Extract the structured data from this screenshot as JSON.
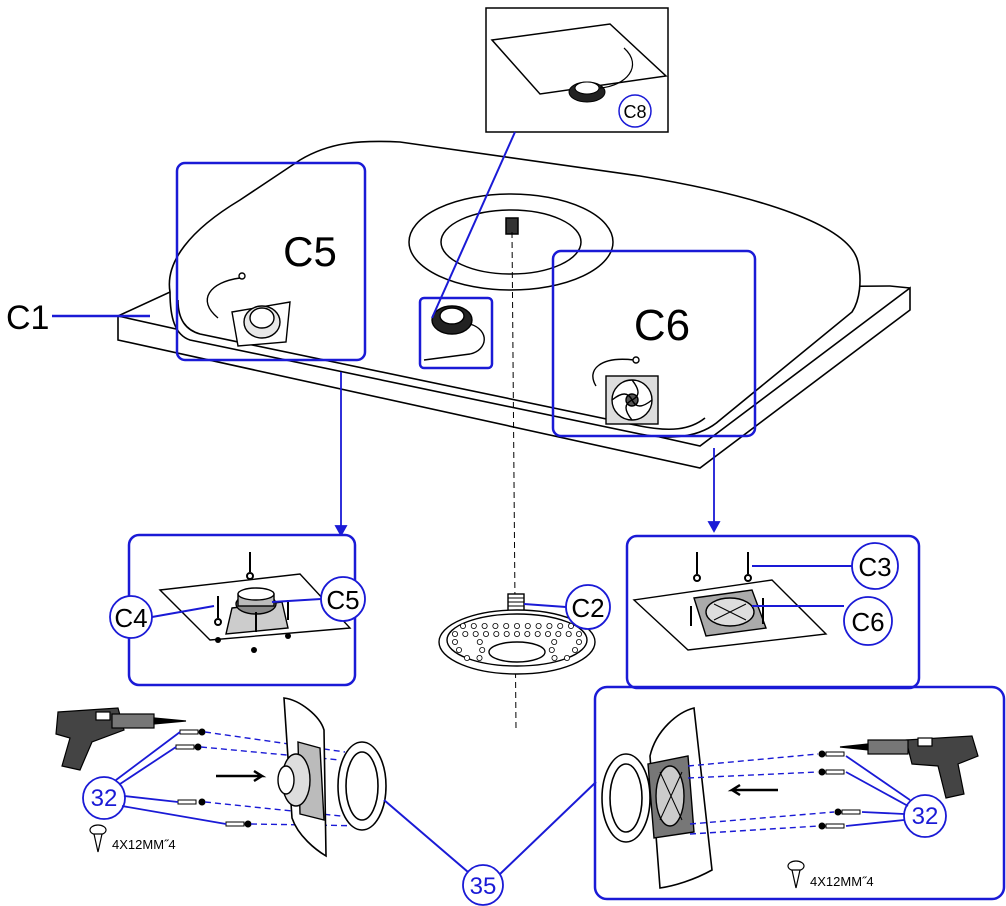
{
  "labels": {
    "c1": "C1",
    "c2": "C2",
    "c3": "C3",
    "c4": "C4",
    "c5_big": "C5",
    "c5_detail": "C5",
    "c6_big": "C6",
    "c6_detail": "C6",
    "c8": "C8",
    "p32_left": "32",
    "p32_right": "32",
    "p35": "35"
  },
  "screw_spec": {
    "left": "4X12MM˝4",
    "right": "4X12MM˝4"
  },
  "colors": {
    "callout": "#1a1ad6",
    "line": "#000000"
  },
  "icons": [
    "drill-icon",
    "screw-icon",
    "fan-icon",
    "speaker-icon",
    "shower-head-icon",
    "sensor-icon"
  ]
}
